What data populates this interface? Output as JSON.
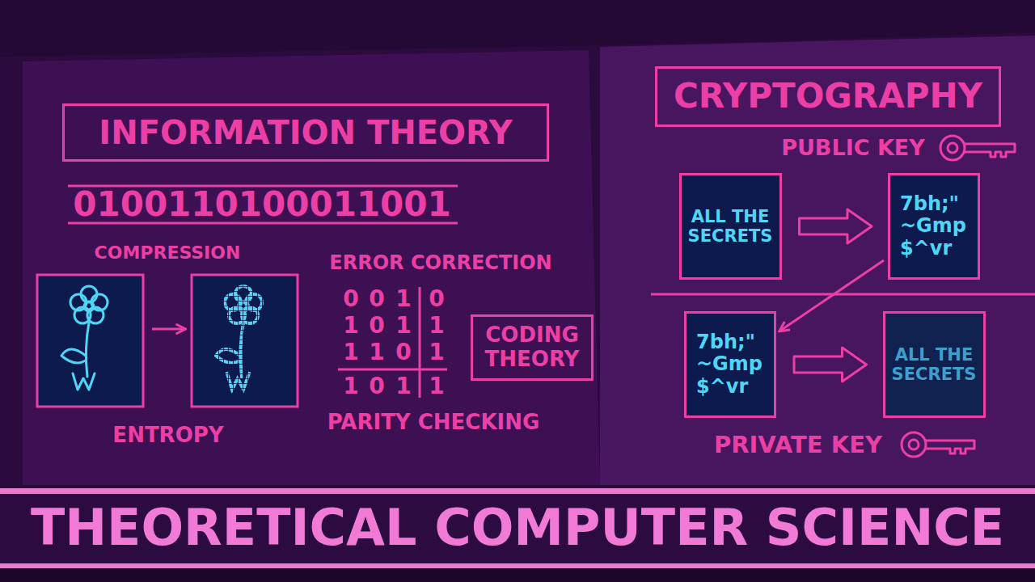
{
  "diagram": {
    "title": "THEORETICAL COMPUTER SCIENCE",
    "nodes": [
      {
        "text": [
          "INFORMATION THEORY"
        ]
      },
      {
        "text": [
          "CODING THEORY"
        ]
      },
      {
        "text": [
          "CRYPTOGRAPHY"
        ]
      },
      {
        "text": [
          "ALL THE SECRETS"
        ]
      },
      {
        "text": [
          "7bh;\" ~Gmp $^vr"
        ]
      },
      {
        "text": [
          "7bh;\" ~Gmp $^vr"
        ]
      },
      {
        "text": [
          "ALL THE SECRETS"
        ]
      }
    ],
    "edges": [
      {
        "from": 3,
        "to": 4,
        "arrow": "to"
      },
      {
        "from": 4,
        "to": 5,
        "arrow": "to"
      },
      {
        "from": 5,
        "to": 6,
        "arrow": "to"
      }
    ],
    "labels": [
      "0100110100011001",
      "COMPRESSION",
      "ENTROPY",
      "ERROR CORRECTION",
      "0",
      "0",
      "1",
      "0",
      "1",
      "0",
      "1",
      "1",
      "1",
      "1",
      "0",
      "1",
      "1",
      "0",
      "1",
      "1",
      "PARITY CHECKING",
      "PUBLIC KEY",
      "PRIVATE KEY"
    ]
  }
}
